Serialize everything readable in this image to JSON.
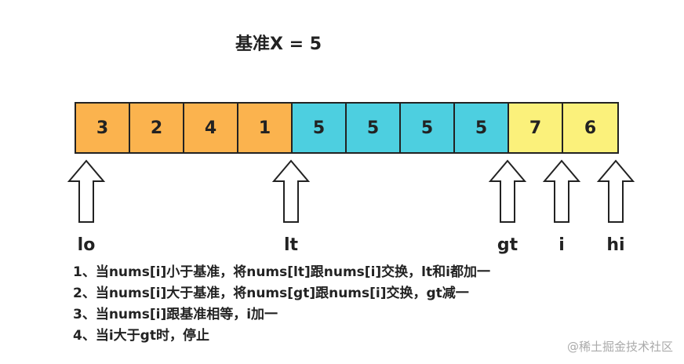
{
  "title": "基准X = 5",
  "cells": [
    {
      "value": "3",
      "kind": "less"
    },
    {
      "value": "2",
      "kind": "less"
    },
    {
      "value": "4",
      "kind": "less"
    },
    {
      "value": "1",
      "kind": "less"
    },
    {
      "value": "5",
      "kind": "equal"
    },
    {
      "value": "5",
      "kind": "equal"
    },
    {
      "value": "5",
      "kind": "equal"
    },
    {
      "value": "5",
      "kind": "equal"
    },
    {
      "value": "7",
      "kind": "greater"
    },
    {
      "value": "6",
      "kind": "greater"
    }
  ],
  "pointers": [
    {
      "label": "lo",
      "index": 0
    },
    {
      "label": "lt",
      "index": 3
    },
    {
      "label": "gt",
      "index": 7
    },
    {
      "label": "i",
      "index": 8
    },
    {
      "label": "hi",
      "index": 9
    }
  ],
  "rules": [
    "1、当nums[i]小于基准，将nums[lt]跟nums[i]交换，lt和i都加一",
    "2、当nums[i]大于基准，将nums[gt]跟nums[i]交换，gt减一",
    "3、当nums[i]跟基准相等，i加一",
    "4、当i大于gt时，停止"
  ],
  "watermark": "@稀土掘金技术社区",
  "colors": {
    "less": "#fbb34e",
    "equal": "#4dcfe0",
    "greater": "#fbf17b",
    "outline": "#222222"
  }
}
